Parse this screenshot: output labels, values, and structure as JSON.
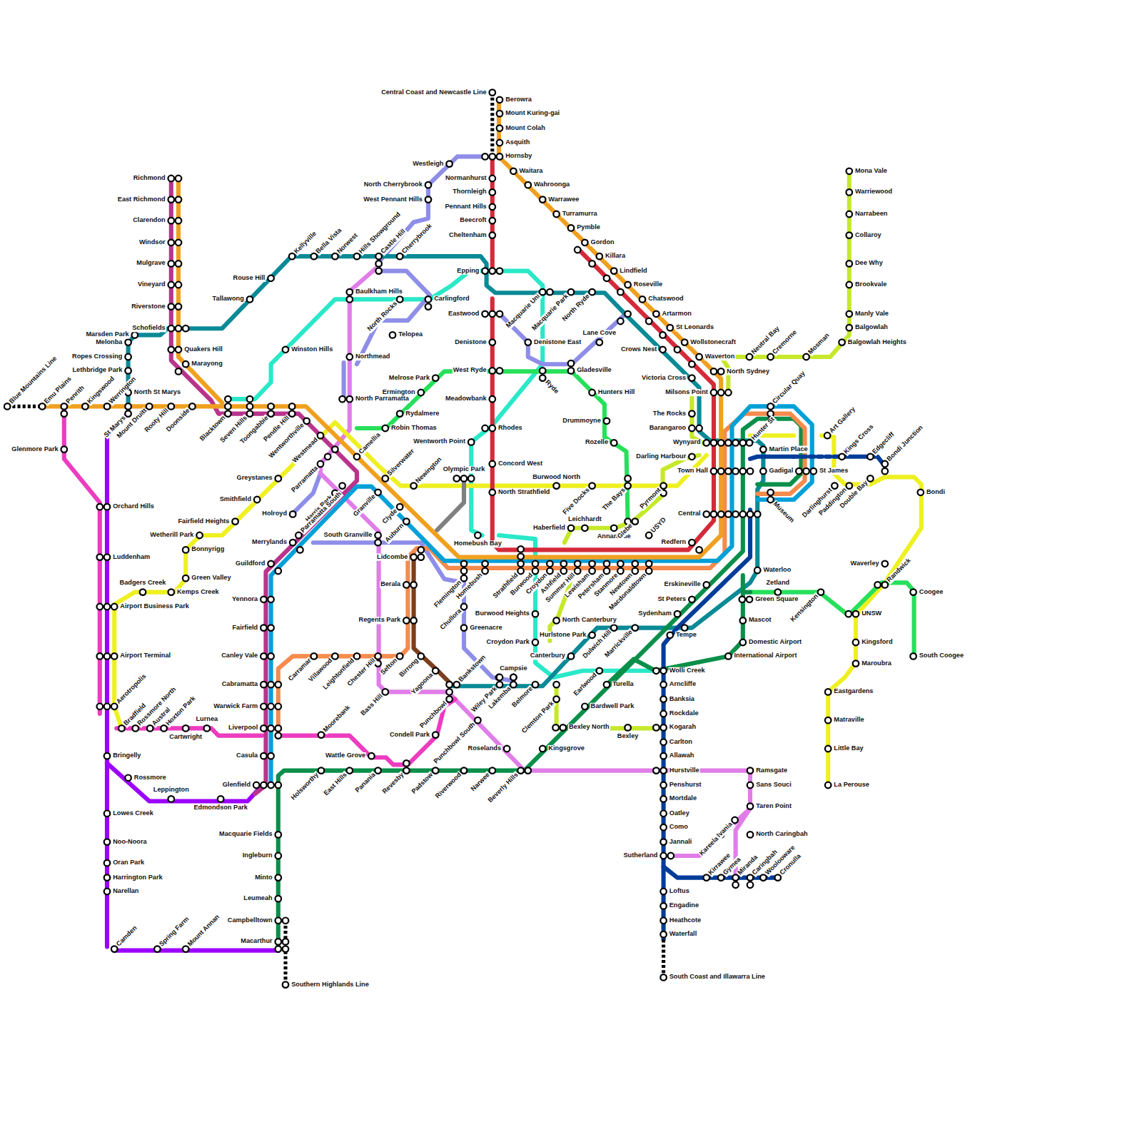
{
  "diagram": {
    "labels": [
      "Central Coast and Newcastle Line",
      "Berowra",
      "Mount Kuring-gai",
      "Mount Colah",
      "Asquith",
      "Hornsby",
      "Westleigh",
      "Waitara",
      "Normanhurst",
      "Wahroonga",
      "North Cherrybrook",
      "Thornleigh",
      "West Pennant Hills",
      "Warrawee",
      "Pennant Hills",
      "Turramurra",
      "Beecroft",
      "Pymble",
      "Cheltenham",
      "Gordon",
      "Killara",
      "Kellyville",
      "Bella Vista",
      "Norwest",
      "Hills Showground",
      "Castle Hill",
      "Cherrybrook",
      "Rouse Hill",
      "Lindfield",
      "Epping",
      "Roseville",
      "Tallawong",
      "Baulkham Hills",
      "North Rocks",
      "Carlingford",
      "Chatswood",
      "Macquarie Uni",
      "Macquarie Park",
      "North Ryde",
      "Artarmon",
      "Eastwood",
      "Telopea",
      "St Leonards",
      "Lane Cove",
      "Denistone",
      "Denistone East",
      "Winston Hills",
      "Crows Nest",
      "Wollstonecraft",
      "Quakers Hill",
      "Northmead",
      "Waverton",
      "Neutral Bay",
      "Cremorne",
      "Mosman",
      "Marsden Park",
      "Melonba",
      "Ropes Crossing",
      "Marayong",
      "Lethbridge Park",
      "North Sydney",
      "Victoria Cross",
      "Melrose Park",
      "West Ryde",
      "Gladesville",
      "Ryde",
      "Milsons Point",
      "Ermington",
      "Hunters Hill",
      "North St Marys",
      "Meadowbank",
      "North Parramatta",
      "Rydalmere",
      "Blacktown",
      "Seven Hills",
      "Toongabbie",
      "Pendle Hill",
      "Wentworthville",
      "Emu Plains",
      "Penrith",
      "Kingswood",
      "Werrington",
      "St Marys",
      "Mount Druitt",
      "Rooty Hill",
      "Doonside",
      "Blue Mountains Line",
      "The Rocks",
      "Drummoyne",
      "Robin Thomas",
      "Rhodes",
      "Westmead",
      "Barangaroo",
      "Wentworth Point",
      "Glenmore Park",
      "Rozelle",
      "Wynyard",
      "Hunter St",
      "Camellia",
      "Martin Place",
      "Art Gallery",
      "Kings Cross",
      "Edgecliff",
      "Bondi Junction",
      "Darling Harbour",
      "Concord West",
      "Parramatta",
      "Silverwater",
      "Newington",
      "Olympic Park",
      "Burwood North",
      "North Strathfield",
      "Five Docks",
      "The Bays",
      "Pyrmont",
      "Town Hall",
      "Gadigal",
      "St James",
      "Greystanes",
      "Harris Park",
      "Smithfield",
      "Holroyd",
      "Granville",
      "Darlinghurst",
      "Paddington",
      "Double Bay",
      "Bondi",
      "Orchard Hills",
      "Clyde",
      "Parramatta South",
      "Central",
      "Fairfield Heights",
      "Leichhardt",
      "Haberfield",
      "Annandale",
      "Glebe",
      "USYD",
      "Museum",
      "Auburn",
      "Wetherill Park",
      "Homebush Bay",
      "Merrylands",
      "South Granville",
      "Redfern",
      "Bonnyrigg",
      "Luddenham",
      "Lidcombe",
      "Waverley",
      "Guildford",
      "Flemington",
      "Homebush",
      "Strathfield",
      "Burwood",
      "Croydon",
      "Ashfield",
      "Summer Hill",
      "Lewisham",
      "Petersham",
      "Stanmore",
      "Newtown",
      "Macdonaldtown",
      "Waterloo",
      "Randwick",
      "Green Valley",
      "Badgers Creek",
      "Kemps Creek",
      "Erskineville",
      "Zetland",
      "Berala",
      "Coogee",
      "Green Square",
      "St Peters",
      "Yennora",
      "Airport Business Park",
      "Kensington",
      "UNSW",
      "Burwood Heights",
      "Chullora",
      "Sydenham",
      "Mascot",
      "North Canterbury",
      "Regents Park",
      "Greenacre",
      "Dulwich Hill",
      "Marrickville",
      "Fairfield",
      "Tempe",
      "Hurlstone Park",
      "Croydon Park",
      "Domestic Airport",
      "Kingsford",
      "Canley Vale",
      "Airport Terminal",
      "Carramar",
      "Villawood",
      "Leightonfield",
      "Chester Hill",
      "Sefton",
      "Birrong",
      "Canterbury",
      "International Airport",
      "South Coogee",
      "Maroubra",
      "Yagoona",
      "Campsie",
      "Earlwood",
      "Wolli Creek",
      "Cabramatta",
      "Aerotropolis",
      "Bankstown",
      "Punchbowl",
      "Wiley Park",
      "Lakemba",
      "Belmore",
      "Turella",
      "Arncliffe",
      "Eastgardens",
      "Bass Hill",
      "Banksia",
      "Clemton Park",
      "Warwick Farm",
      "Bardwell Park",
      "Rockdale",
      "Matraville",
      "Bradfield",
      "Rossmore North",
      "Austral",
      "Hoxton Park",
      "Cartwright",
      "Lurnea",
      "Liverpool",
      "Moorebank",
      "Condell Park",
      "Punchbowl South",
      "Bexley North",
      "Bexley",
      "Kogarah",
      "Carlton",
      "Roselands",
      "Kingsgrove",
      "Little Bay",
      "Casula",
      "Bringelly",
      "Wattle Grove",
      "Allawah",
      "Holsworthy",
      "East Hills",
      "Panania",
      "Revesby",
      "Padstow",
      "Riverwood",
      "Narwee",
      "Beverly Hills",
      "Hurstville",
      "Ramsgate",
      "Rossmore",
      "Glenfield",
      "Penshurst",
      "Sans Souci",
      "La Perouse",
      "Leppington",
      "Edmondson Park",
      "Mortdale",
      "Taren Point",
      "Lowes Creek",
      "Oatley",
      "Sylvania",
      "Macquarie Fields",
      "Como",
      "North Caringbah",
      "Kareela",
      "Noo-Noora",
      "Jannali",
      "Sutherland",
      "Ingleburn",
      "Oran Park",
      "Harrington Park",
      "Minto",
      "Kirrawee",
      "Gymea",
      "Miranda",
      "Caringbah",
      "Woolooware",
      "Cronulla",
      "Narellan",
      "Loftus",
      "Leumeah",
      "Engadine",
      "Campbelltown",
      "Heathcote",
      "Waterfall",
      "Macarthur",
      "Camden",
      "Spring Farm",
      "Mount Annan",
      "South Coast and Illawarra Line",
      "Southern Highlands Line",
      "Mona Vale",
      "Warriewood",
      "Narrabeen",
      "Collaroy",
      "Dee Why",
      "Brookvale",
      "Manly Vale",
      "Balgowlah",
      "Balgowlah Heights",
      "Circular Quay",
      "Richmond",
      "East Richmond",
      "Clarendon",
      "Windsor",
      "Mulgrave",
      "Vineyard",
      "Riverstone",
      "Schofields"
    ]
  }
}
